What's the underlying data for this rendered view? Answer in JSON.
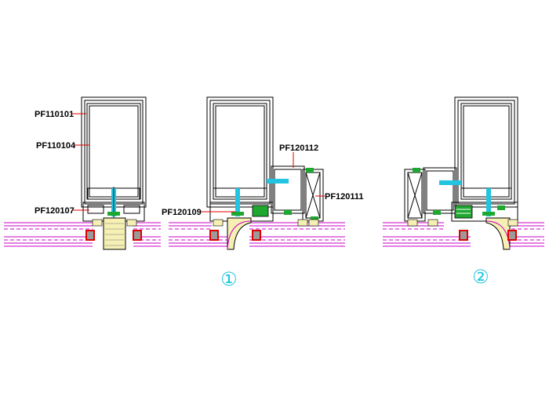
{
  "labels": {
    "pf110101": "PF110101",
    "pf110104": "PF110104",
    "pf120107": "PF120107",
    "pf120109": "PF120109",
    "pf120112": "PF120112",
    "pf120111": "PF120111"
  },
  "markers": {
    "detail_1": "①",
    "detail_2": "②"
  },
  "colors": {
    "outline": "#000000",
    "glass_line": "#c800c8",
    "leader": "#ff0000",
    "gasket_fill": "#f6f0b4",
    "seal_red": "#e00000",
    "seal_fill": "#9a9a9a",
    "cyan_screw": "#22c4e0",
    "green_clip": "#1fa830",
    "marker_text": "#22c4e0"
  }
}
